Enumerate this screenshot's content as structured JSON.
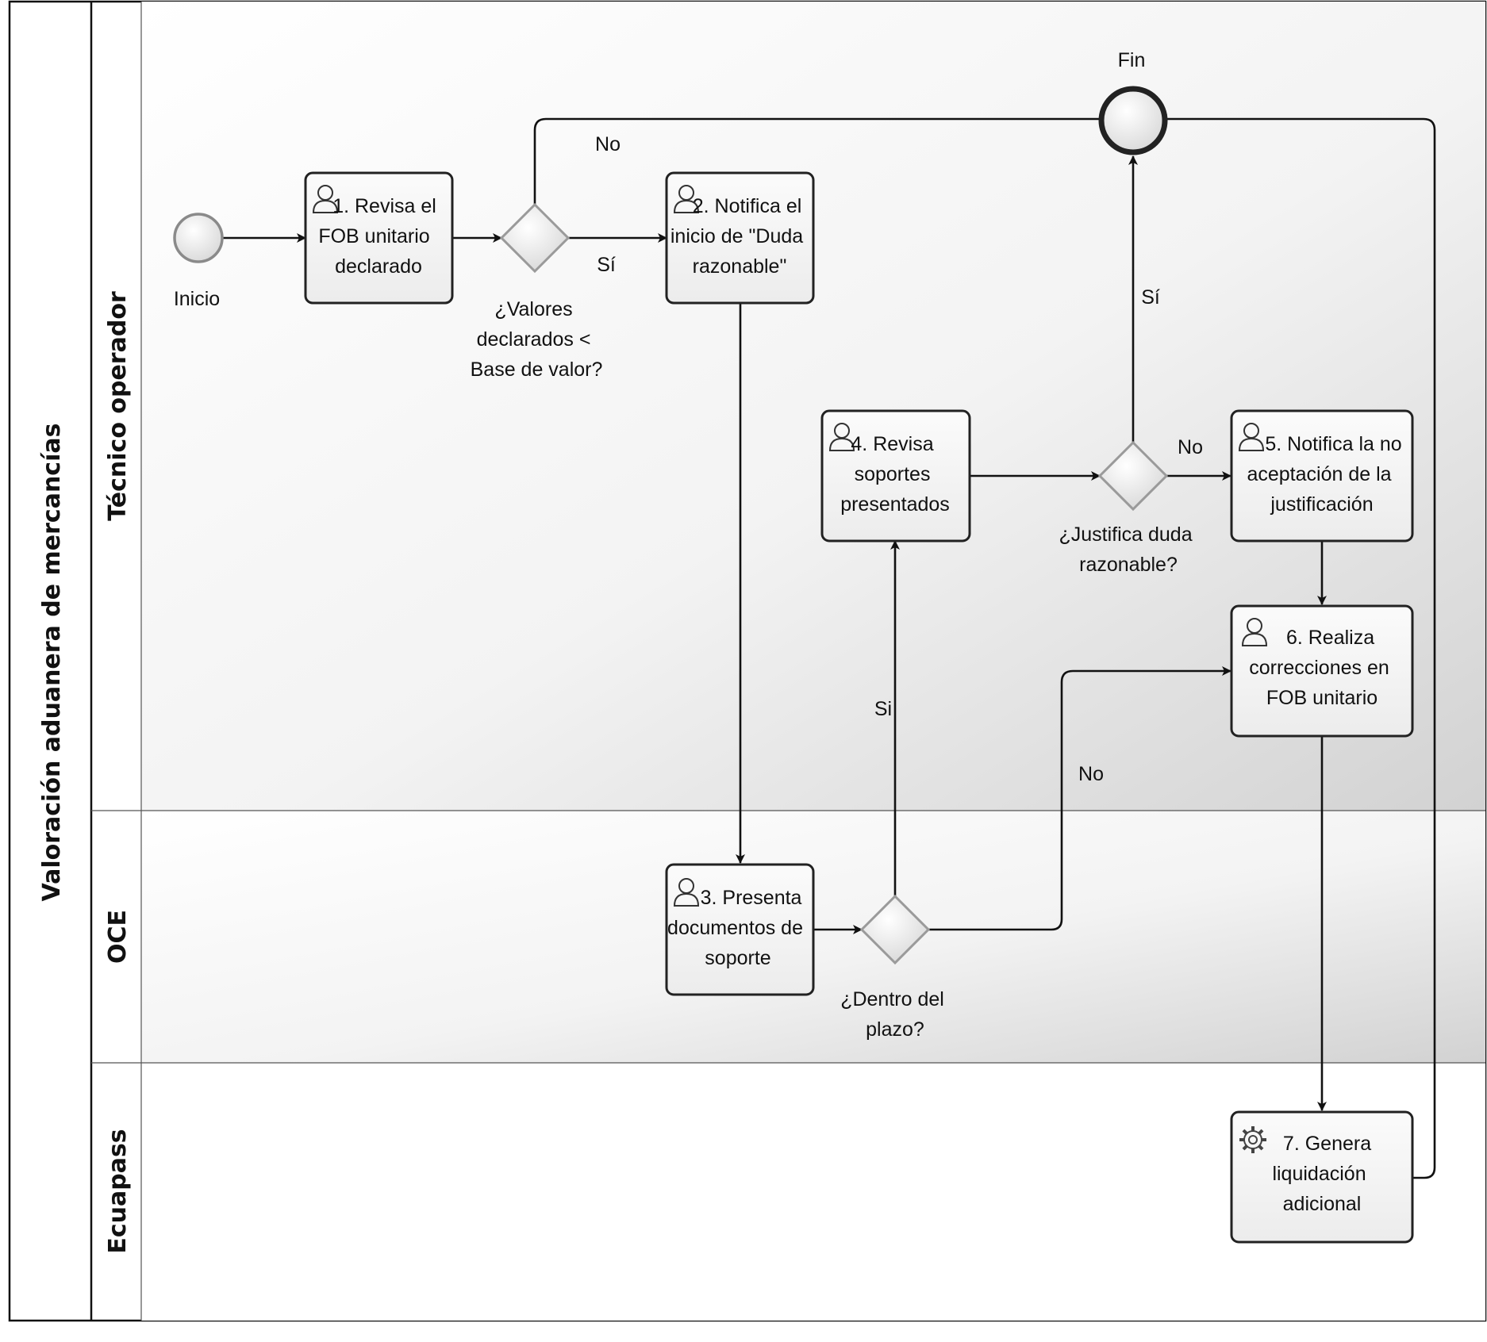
{
  "pool": {
    "title": "Valoración aduanera de mercancías"
  },
  "lanes": [
    {
      "id": "tecnico",
      "label": "Técnico operador"
    },
    {
      "id": "oce",
      "label": "OCE"
    },
    {
      "id": "ecuapass",
      "label": "Ecuapass"
    }
  ],
  "events": {
    "start": {
      "label": "Inicio"
    },
    "end": {
      "label": "Fin"
    }
  },
  "tasks": [
    {
      "id": "t1",
      "lines": [
        "1. Revisa el",
        "FOB unitario",
        "declarado"
      ],
      "icon": "user-icon"
    },
    {
      "id": "t2",
      "lines": [
        "2. Notifica el",
        "inicio de \"Duda",
        "razonable\""
      ],
      "icon": "user-icon"
    },
    {
      "id": "t3",
      "lines": [
        "3. Presenta",
        "documentos de",
        "soporte"
      ],
      "icon": "user-icon"
    },
    {
      "id": "t4",
      "lines": [
        "4. Revisa",
        "soportes",
        "presentados"
      ],
      "icon": "user-icon"
    },
    {
      "id": "t5",
      "lines": [
        "5. Notifica la no",
        "aceptación de la",
        "justificación"
      ],
      "icon": "user-icon"
    },
    {
      "id": "t6",
      "lines": [
        "6.  Realiza",
        "correcciones en",
        "FOB unitario"
      ],
      "icon": "user-icon"
    },
    {
      "id": "t7",
      "lines": [
        "7. Genera",
        "liquidación",
        "adicional"
      ],
      "icon": "gear-icon"
    }
  ],
  "gateways": [
    {
      "id": "g1",
      "lines": [
        "¿Valores",
        "declarados <",
        "Base de valor?"
      ]
    },
    {
      "id": "g2",
      "lines": [
        "¿Justifica duda",
        "razonable?"
      ]
    },
    {
      "id": "g3",
      "lines": [
        "¿Dentro del",
        "plazo?"
      ]
    }
  ],
  "flow_labels": {
    "g1_no": "No",
    "g1_si": "Sí",
    "g2_si": "Sí",
    "g2_no": "No",
    "g3_si": "Si",
    "g3_no": "No"
  },
  "colors": {
    "line": "#111111",
    "task_fill": "#f4f4f4",
    "task_border": "#222222",
    "gateway_border": "#9a9a9a",
    "lane_gradient_end": "#d4d4d4"
  }
}
